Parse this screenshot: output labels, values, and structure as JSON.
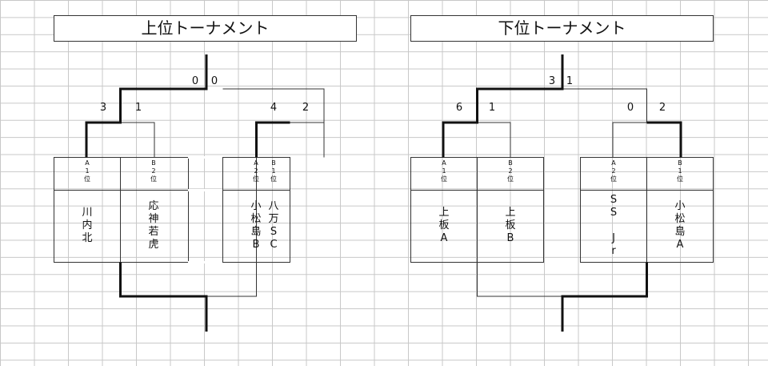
{
  "brackets": [
    {
      "title": "上位トーナメント",
      "final_scores": [
        "0",
        "0"
      ],
      "semi_left_scores": [
        "3",
        "1"
      ],
      "semi_right_scores": [
        "4",
        "2"
      ],
      "teams": [
        {
          "rank": [
            "A",
            "1",
            "位"
          ],
          "name": [
            "川",
            "内",
            "北"
          ]
        },
        {
          "rank": [
            "B",
            "2",
            "位"
          ],
          "name": [
            "応",
            "神",
            "若",
            "虎"
          ]
        },
        {
          "rank": [
            "A",
            "2",
            "位"
          ],
          "name": [
            "小",
            "松",
            "島",
            "B"
          ]
        },
        {
          "rank": [
            "B",
            "1",
            "位"
          ],
          "name": [
            "八",
            "万",
            "S",
            "C"
          ]
        }
      ]
    },
    {
      "title": "下位トーナメント",
      "final_scores": [
        "3",
        "1"
      ],
      "semi_left_scores": [
        "6",
        "1"
      ],
      "semi_right_scores": [
        "0",
        "2"
      ],
      "teams": [
        {
          "rank": [
            "A",
            "1",
            "位"
          ],
          "name": [
            "上",
            "板",
            "A"
          ]
        },
        {
          "rank": [
            "B",
            "2",
            "位"
          ],
          "name": [
            "上",
            "板",
            "B"
          ]
        },
        {
          "rank": [
            "A",
            "2",
            "位"
          ],
          "name": [
            "S",
            "S",
            "",
            "J",
            "r"
          ]
        },
        {
          "rank": [
            "B",
            "1",
            "位"
          ],
          "name": [
            "小",
            "松",
            "島",
            "A"
          ]
        }
      ]
    }
  ]
}
